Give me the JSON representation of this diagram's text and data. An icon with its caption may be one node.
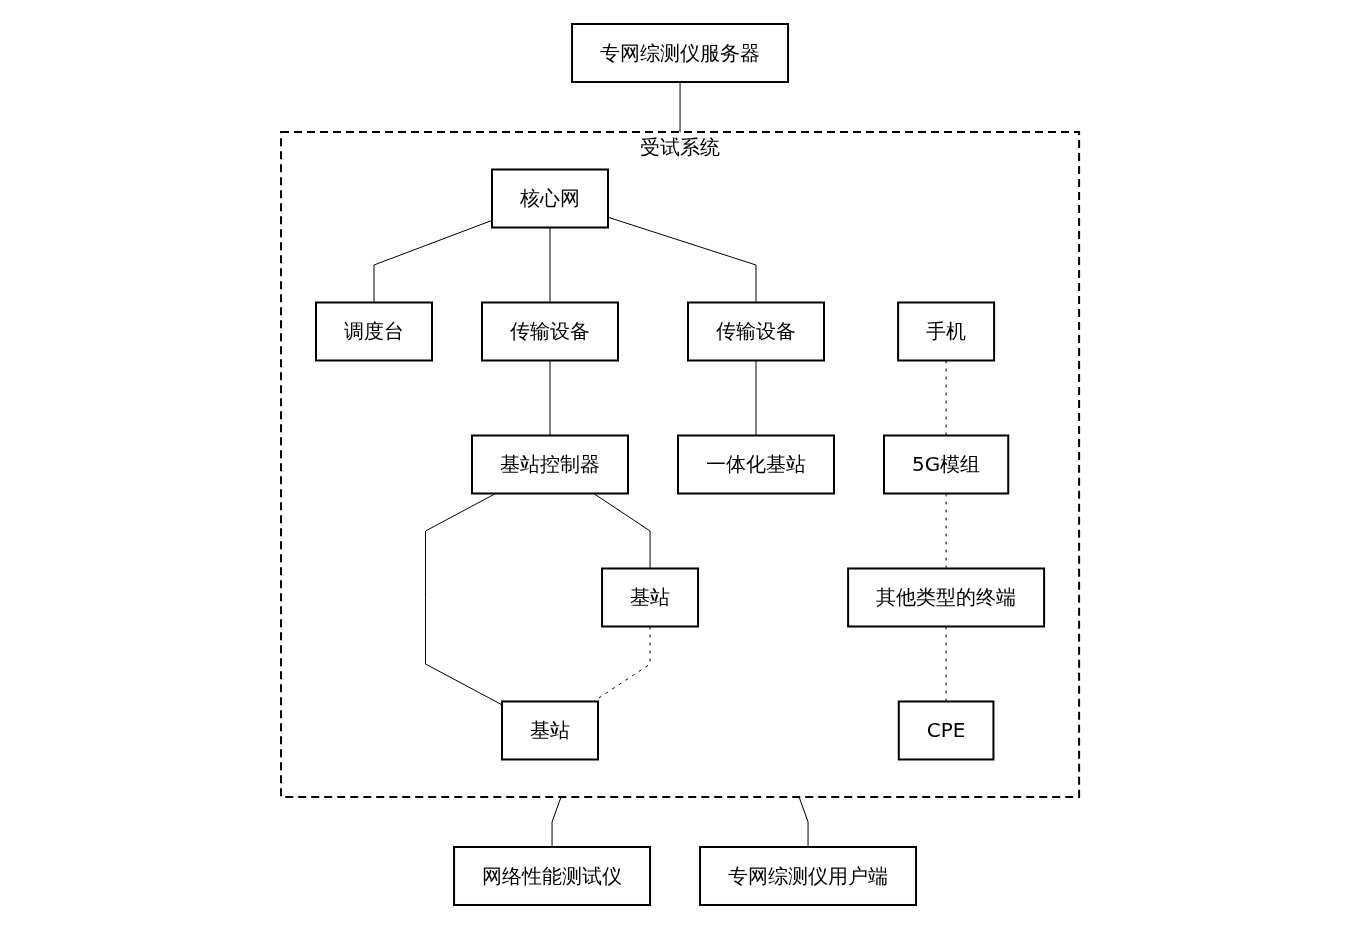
{
  "diagram": {
    "nodes": [
      {
        "text": [
          "专网综测仪服务器"
        ]
      },
      {
        "text": [
          "受试系统"
        ]
      },
      {
        "text": [
          "核心网"
        ],
        "in": 1
      },
      {
        "text": [
          "调度台"
        ],
        "in": 1
      },
      {
        "text": [
          "传输设备"
        ],
        "in": 1
      },
      {
        "text": [
          "传输设备"
        ],
        "in": 1
      },
      {
        "text": [
          "基站控制器"
        ],
        "in": 1
      },
      {
        "text": [
          "一体化基站"
        ],
        "in": 1
      },
      {
        "text": [
          "基站"
        ],
        "in": 1
      },
      {
        "text": [
          "基站"
        ],
        "in": 1
      },
      {
        "text": [
          "手机"
        ],
        "in": 1
      },
      {
        "text": [
          "5G模组"
        ],
        "in": 1
      },
      {
        "text": [
          "其他类型的终端"
        ],
        "in": 1
      },
      {
        "text": [
          "CPE"
        ],
        "in": 1
      },
      {
        "text": [
          "网络性能测试仪"
        ]
      },
      {
        "text": [
          "专网综测仪用户端"
        ]
      }
    ],
    "edges": [
      {
        "from": 0,
        "to": 1,
        "arrow": "none"
      },
      {
        "from": 2,
        "to": 3,
        "arrow": "none"
      },
      {
        "from": 2,
        "to": 4,
        "arrow": "none"
      },
      {
        "from": 2,
        "to": 5,
        "arrow": "none"
      },
      {
        "from": 4,
        "to": 6,
        "arrow": "none"
      },
      {
        "from": 5,
        "to": 7,
        "arrow": "none"
      },
      {
        "from": 6,
        "to": 8,
        "arrow": "none"
      },
      {
        "from": 6,
        "to": 9,
        "arrow": "none"
      },
      {
        "from": 8,
        "to": 9,
        "arrow": "none",
        "style": "dashed"
      },
      {
        "from": 10,
        "to": 11,
        "arrow": "none",
        "style": "dashed"
      },
      {
        "from": 11,
        "to": 12,
        "arrow": "none",
        "style": "dashed"
      },
      {
        "from": 12,
        "to": 13,
        "arrow": "none",
        "style": "dashed"
      },
      {
        "from": 1,
        "to": 14,
        "arrow": "none"
      },
      {
        "from": 1,
        "to": 15,
        "arrow": "none"
      }
    ]
  }
}
